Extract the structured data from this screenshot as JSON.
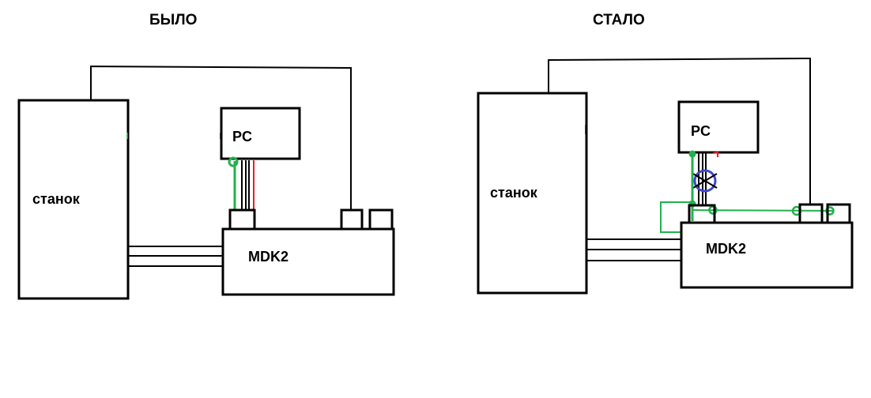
{
  "before": {
    "title": "БЫЛО",
    "machine_label": "станок",
    "pc_label": "PC",
    "controller_label": "MDK2"
  },
  "after": {
    "title": "СТАЛО",
    "machine_label": "станок",
    "pc_label": "PC",
    "controller_label": "MDK2"
  },
  "colors": {
    "outline": "#000000",
    "ground_wire": "#22b14c",
    "signal_wire": "#ed1c24",
    "ferrite_marker": "#3f48cc"
  }
}
